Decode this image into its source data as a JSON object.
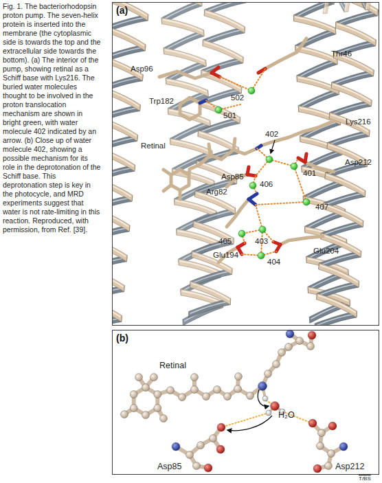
{
  "diagram": {
    "caption": "Fig. 1. The bacteriorhodopsin proton pump. The seven-helix protein is inserted into the membrane (the cytoplasmic side is towards the top and the extracellular side towards the bottom). (a) The interior of the pump, showing retinal as a Schiff base with Lys216. The buried water molecules thought to be involved in the proton translocation mechanism are shown in bright green, with water molecule 402 indicated by an arrow. (b) Close up of water molecule 402, showing a possible mechanism for its role in the deprotonation of the Schiff base. This deprotonation step is key in the photocycle, and MRD experiments suggest that water is not rate-limiting in this reaction. Reproduced, with permission, from Ref. [39].",
    "nodes": [
      {
        "text": [
          "(a)"
        ]
      },
      {
        "text": [
          "(b)"
        ]
      }
    ],
    "labels": [
      "Asp96",
      "Thr46",
      "502",
      "Trp182",
      "501",
      "Lys216",
      "402",
      "Retinal",
      "Asp212",
      "401",
      "Asp85",
      "406",
      "Arg82",
      "407",
      "405",
      "403",
      "Glu194",
      "404",
      "Glu204",
      "Retinal",
      "Asp85",
      "H₂O",
      "Asp212",
      "T/BS"
    ]
  }
}
